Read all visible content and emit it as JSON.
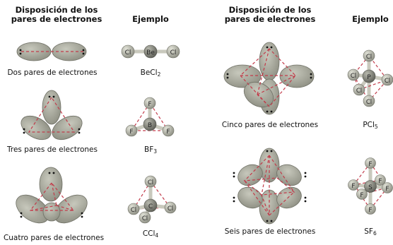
{
  "headers": {
    "left_arrangement": [
      "Disposición de los",
      "pares de electrones"
    ],
    "left_example": "Ejemplo",
    "right_arrangement": [
      "Disposición de los",
      "pares de electrones"
    ],
    "right_example": "Ejemplo"
  },
  "captions": {
    "two": "Dos pares de electrones",
    "three": "Tres pares de electrones",
    "four": "Cuatro pares de electrones",
    "five": "Cinco pares de electrones",
    "six": "Seis pares de electrones"
  },
  "formulas": {
    "becl2": {
      "main": "BeCl",
      "sub": "2"
    },
    "bf3": {
      "main": "BF",
      "sub": "3"
    },
    "ccl4": {
      "main": "CCl",
      "sub": "4"
    },
    "pcl5": {
      "main": "PCl",
      "sub": "5"
    },
    "sf6": {
      "main": "SF",
      "sub": "6"
    }
  },
  "atom_labels": {
    "be": "Be",
    "b": "B",
    "c": "C",
    "p": "P",
    "s": "S",
    "cl": "Cl",
    "f": "F"
  },
  "colors": {
    "lobe_fill": "#a9aa9d",
    "lobe_stroke": "#6f7065",
    "dash_red": "#c23b4a",
    "atom_fill": "#b7b8ab",
    "center_atom_fill": "#8a8b80",
    "bond": "#c9c9bd"
  }
}
